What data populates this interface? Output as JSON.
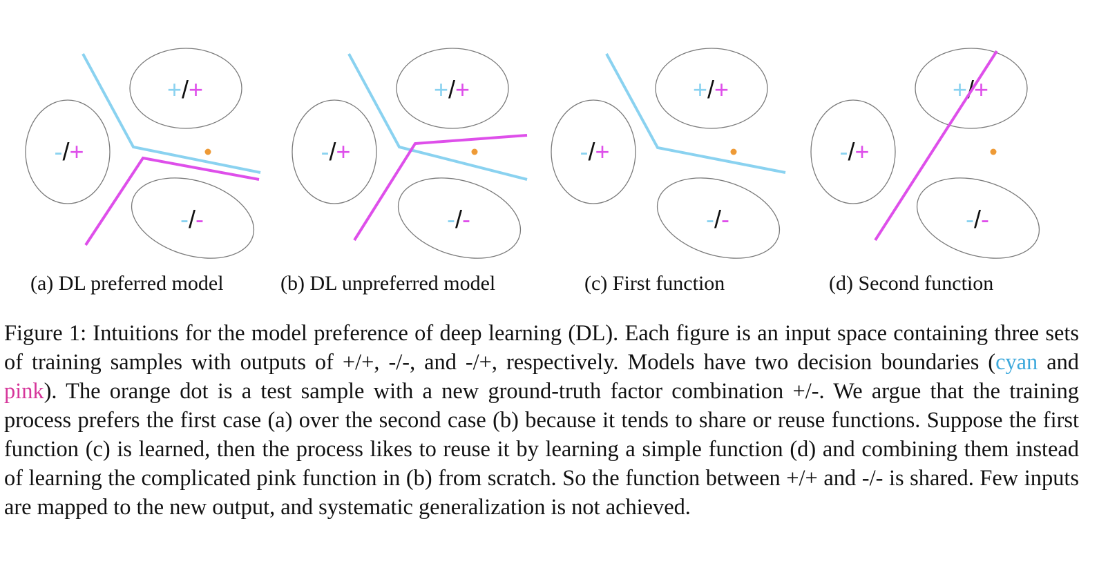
{
  "colors": {
    "cyan": "#8ad2f0",
    "pink": "#de4fea",
    "orange": "#ee9a36",
    "ellipse_stroke": "#7a7a7a",
    "caption_cyan": "#3ea9dc",
    "caption_pink": "#d6359a"
  },
  "clusters": {
    "top": "+/+",
    "left": "-/+",
    "bottom": "-/-"
  },
  "subfigures": [
    {
      "caption": "(a)  DL preferred model"
    },
    {
      "caption": "(b)  DL unpreferred model"
    },
    {
      "caption": "(c)  First function"
    },
    {
      "caption": "(d)  Second function"
    }
  ],
  "caption": {
    "part1": "Figure 1: Intuitions for the model preference of deep learning (DL). Each figure is an input space containing three sets of training samples with outputs of +/+, -/-, and -/+, respectively. Models have two decision boundaries (",
    "cyan_word": "cyan",
    "and_word": " and ",
    "pink_word": "pink",
    "part2": "). The orange dot is a test sample with a new ground-truth factor combination +/-. We argue that the training process prefers the first case (a) over the second case (b) because it tends to share or reuse functions. Suppose the first function (c) is learned, then the process likes to reuse it by learning a simple function (d) and combining them instead of learning the complicated pink function in (b) from scratch. So the function between +/+ and -/- is shared. Few inputs are mapped to the new output, and systematic generalization is not achieved."
  }
}
